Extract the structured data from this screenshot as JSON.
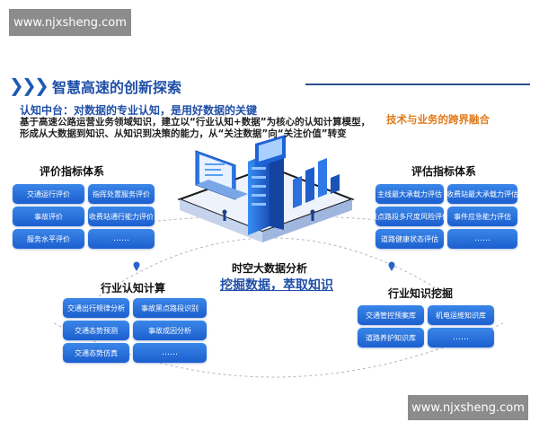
{
  "watermark_top": "www.njxsheng.com",
  "watermark_bottom": "www.njxsheng.com",
  "header": {
    "title": "智慧高速的创新探索"
  },
  "cognition": {
    "title": "认知中台：对数据的专业认知，是用好数据的关键",
    "desc_line1": "基于高速公路运营业务领域知识，建立以“行业认知+数据”为核心的认知计算模型，",
    "desc_line2": "形成从大数据到知识、从知识到决策的能力，从“关注数据”向“关注价值”转变"
  },
  "tech_fusion": "技术与业务的跨界融合",
  "left_top": {
    "title": "评价指标体系",
    "tags": [
      "交通运行评价",
      "指挥处置服务评价",
      "事故评价",
      "收费站通行能力评价",
      "服务水平评价",
      "……"
    ]
  },
  "right_top": {
    "title": "评估指标体系",
    "tags": [
      "主线最大承载力评估",
      "收费站最大承载力评估",
      "重点路段多尺度风险评估",
      "事件应急能力评估",
      "道路健康状态评估",
      "……"
    ]
  },
  "center": {
    "title": "时空大数据分析",
    "subtitle": "挖掘数据，萃取知识"
  },
  "left_bottom": {
    "title": "行业认知计算",
    "tags": [
      "交通出行规律分析",
      "事故黑点路段识别",
      "交通态势预测",
      "事故成因分析",
      "交通态势仿真",
      "……"
    ]
  },
  "right_bottom": {
    "title": "行业知识挖掘",
    "tags": [
      "交通管控预案库",
      "机电运维知识库",
      "道路养护知识库",
      "……"
    ]
  },
  "colors": {
    "accent": "#1f4fa8",
    "tag": "#2a73dc",
    "highlight": "#e07a1a"
  }
}
